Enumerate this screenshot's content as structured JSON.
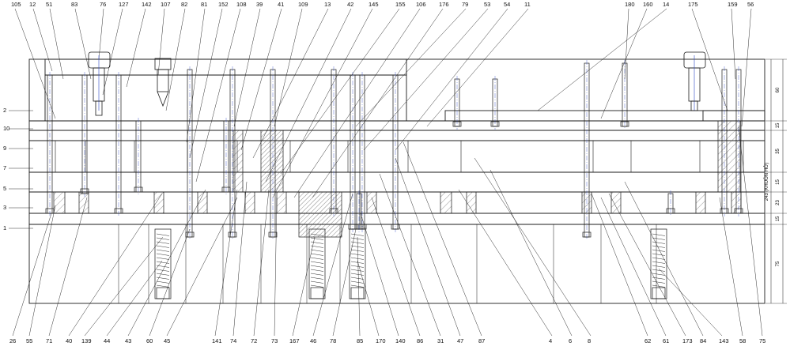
{
  "colors": {
    "line": "#1a1a1a",
    "accent": "#2e49c8",
    "hatch": "#555555"
  },
  "top_labels": [
    "105",
    "12",
    "51",
    "83",
    "76",
    "127",
    "142",
    "107",
    "82",
    "81",
    "152",
    "108",
    "39",
    "41",
    "109",
    "13",
    "42",
    "145",
    "155",
    "106",
    "176",
    "79",
    "53",
    "54",
    "11",
    "180",
    "160",
    "14",
    "175",
    "159",
    "56"
  ],
  "left_labels": [
    "2",
    "10",
    "9",
    "7",
    "5",
    "3",
    "1"
  ],
  "bottom_labels": [
    "26",
    "55",
    "71",
    "40",
    "139",
    "44",
    "43",
    "60",
    "45",
    "141",
    "74",
    "72",
    "73",
    "167",
    "46",
    "78",
    "85",
    "170",
    "140",
    "86",
    "31",
    "47",
    "87",
    "4",
    "6",
    "8",
    "62",
    "61",
    "173",
    "84",
    "143",
    "58",
    "75"
  ],
  "right_dims": [
    "60",
    "15",
    "35",
    "15",
    "23",
    "15",
    "75"
  ],
  "right_total": "243 (KHUÔN HỞ)"
}
